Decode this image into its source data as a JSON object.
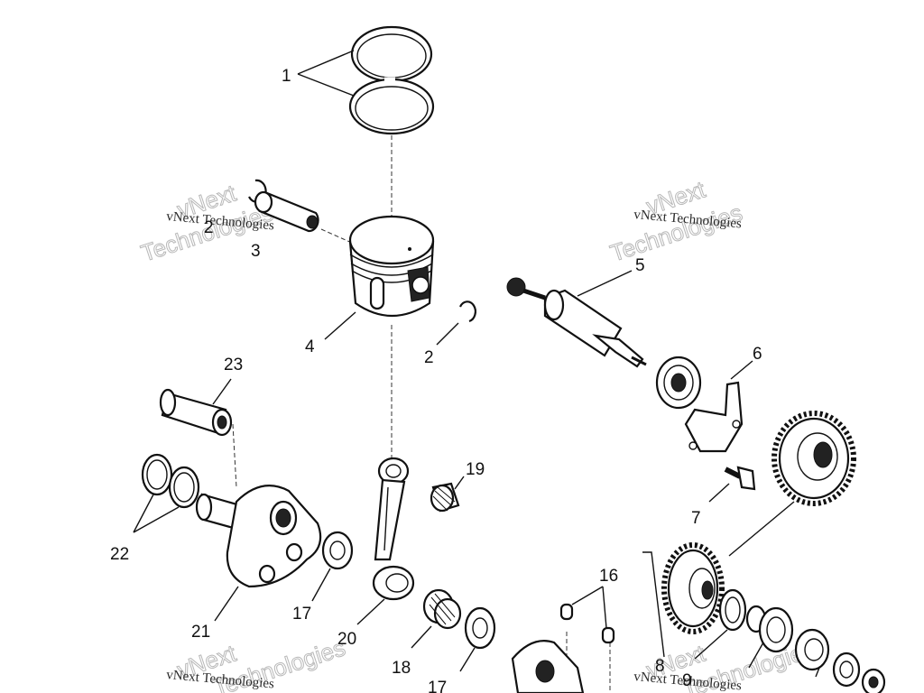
{
  "diagram": {
    "callouts": {
      "c1": "1",
      "c2a": "2",
      "c2b": "2",
      "c3": "3",
      "c4": "4",
      "c5": "5",
      "c6": "6",
      "c7": "7",
      "c8": "8",
      "c9": "9",
      "c16": "16",
      "c17a": "17",
      "c17b": "17",
      "c18": "18",
      "c19": "19",
      "c20": "20",
      "c21": "21",
      "c22": "22",
      "c23": "23"
    },
    "watermarks": {
      "brand": "vNext Technologies",
      "outline_top": "vNext",
      "outline_bottom": "Technologies"
    }
  }
}
